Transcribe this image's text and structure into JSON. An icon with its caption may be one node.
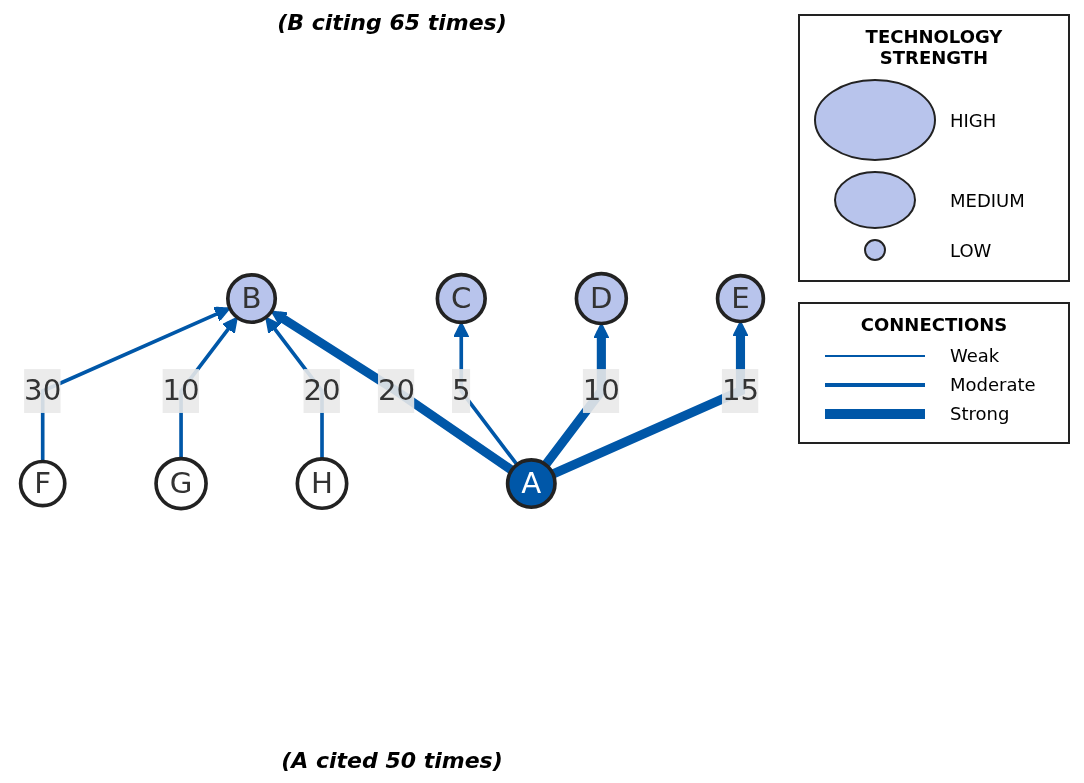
{
  "diagram": {
    "nodes": [
      {
        "text": [
          "G"
        ]
      },
      {
        "text": [
          "H"
        ]
      },
      {
        "text": [
          "F"
        ]
      },
      {
        "text": [
          "D"
        ]
      },
      {
        "text": [
          "C"
        ]
      },
      {
        "text": [
          "E"
        ]
      },
      {
        "text": [
          "B"
        ]
      },
      {
        "text": [
          "A"
        ]
      }
    ],
    "edges": [
      {
        "from": 2,
        "to": 6,
        "arrow": "to",
        "label": "30"
      },
      {
        "from": 0,
        "to": 6,
        "arrow": "to",
        "label": "10"
      },
      {
        "from": 1,
        "to": 6,
        "arrow": "to",
        "label": "20"
      },
      {
        "from": 7,
        "to": 6,
        "arrow": "to",
        "label": "20",
        "style": "thick"
      },
      {
        "from": 7,
        "to": 4,
        "arrow": "to",
        "label": "5"
      },
      {
        "from": 7,
        "to": 3,
        "arrow": "to",
        "label": "10",
        "style": "thick"
      },
      {
        "from": 7,
        "to": 5,
        "arrow": "to",
        "label": "15",
        "style": "thick"
      }
    ],
    "labels": [
      "(B citing 65 times)",
      "TECHNOLOGY STRENGTH",
      "CONNECTIONS",
      "(A cited 50 times)"
    ],
    "legend": [
      {
        "text": "HIGH"
      },
      {
        "text": "MEDIUM"
      },
      {
        "text": "LOW"
      },
      {
        "text": "Weak"
      },
      {
        "text": "Moderate"
      },
      {
        "text": "Strong"
      }
    ]
  }
}
